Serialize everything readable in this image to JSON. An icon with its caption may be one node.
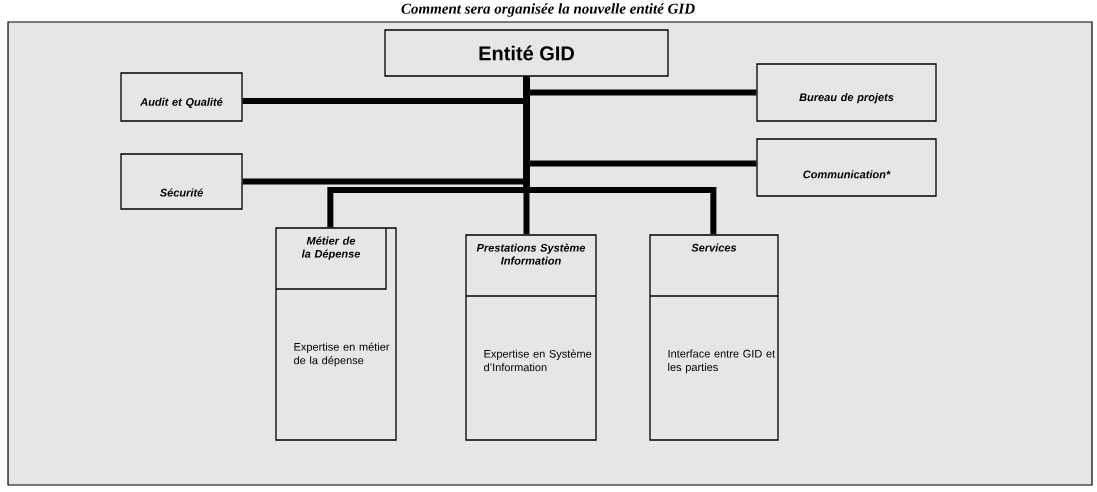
{
  "diagram": {
    "title": "Comment sera organisée la nouvelle entité GID",
    "nodes": [
      {
        "text": [
          "Entité GID"
        ]
      },
      {
        "text": [
          "Audit et Qualité"
        ]
      },
      {
        "text": [
          "Bureau de projets"
        ]
      },
      {
        "text": [
          "Sécurité"
        ]
      },
      {
        "text": [
          "Communication*"
        ]
      },
      {
        "text": [
          "Métier de la Dépense",
          "Expertise en métier de la dépense"
        ]
      },
      {
        "text": [
          "Prestations Système Information",
          "Expertise en Système d’Information"
        ]
      },
      {
        "text": [
          "Services",
          "Interface entre GID et les parties"
        ]
      }
    ],
    "edges": [
      {
        "from": 0,
        "to": 1,
        "arrow": "none"
      },
      {
        "from": 0,
        "to": 2,
        "arrow": "none"
      },
      {
        "from": 0,
        "to": 3,
        "arrow": "none"
      },
      {
        "from": 0,
        "to": 4,
        "arrow": "none"
      },
      {
        "from": 0,
        "to": 5,
        "arrow": "none"
      },
      {
        "from": 0,
        "to": 6,
        "arrow": "none"
      },
      {
        "from": 0,
        "to": 7,
        "arrow": "none"
      }
    ]
  }
}
